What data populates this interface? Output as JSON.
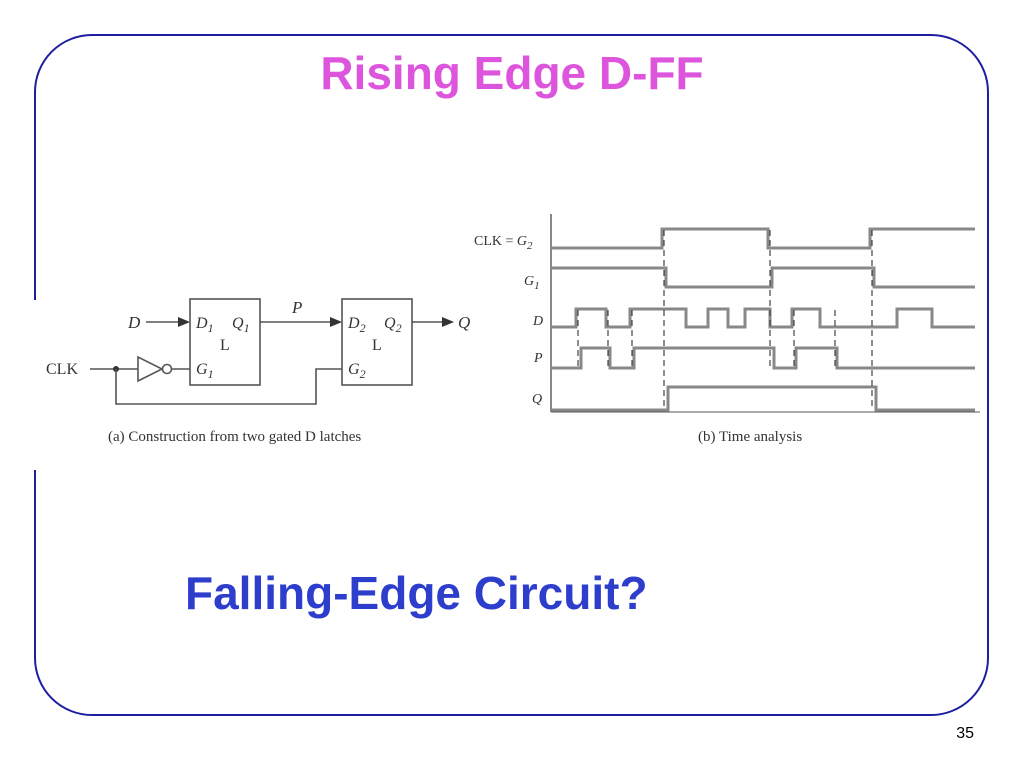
{
  "slide": {
    "title": "Rising Edge D-FF",
    "subtitle": "Falling-Edge Circuit?",
    "number": "35"
  },
  "circuit": {
    "caption": "(a) Construction from two gated D latches",
    "input_d": "D",
    "input_clk": "CLK",
    "wire_p": "P",
    "output_q": "Q",
    "latch1": {
      "d": "D",
      "d_sub": "1",
      "q": "Q",
      "q_sub": "1",
      "g": "G",
      "g_sub": "1",
      "name": "L"
    },
    "latch2": {
      "d": "D",
      "d_sub": "2",
      "q": "Q",
      "q_sub": "2",
      "g": "G",
      "g_sub": "2",
      "name": "L"
    }
  },
  "timing": {
    "caption": "(b) Time analysis",
    "labels": {
      "clk": "CLK = ",
      "clk_g": "G",
      "clk_g_sub": "2",
      "g1": "G",
      "g1_sub": "1",
      "d": "D",
      "p": "P",
      "q": "Q"
    }
  },
  "colors": {
    "title": "#dd55dd",
    "subtitle": "#2e3ecc",
    "frame": "#1e1ea0",
    "signal": "#888888"
  }
}
